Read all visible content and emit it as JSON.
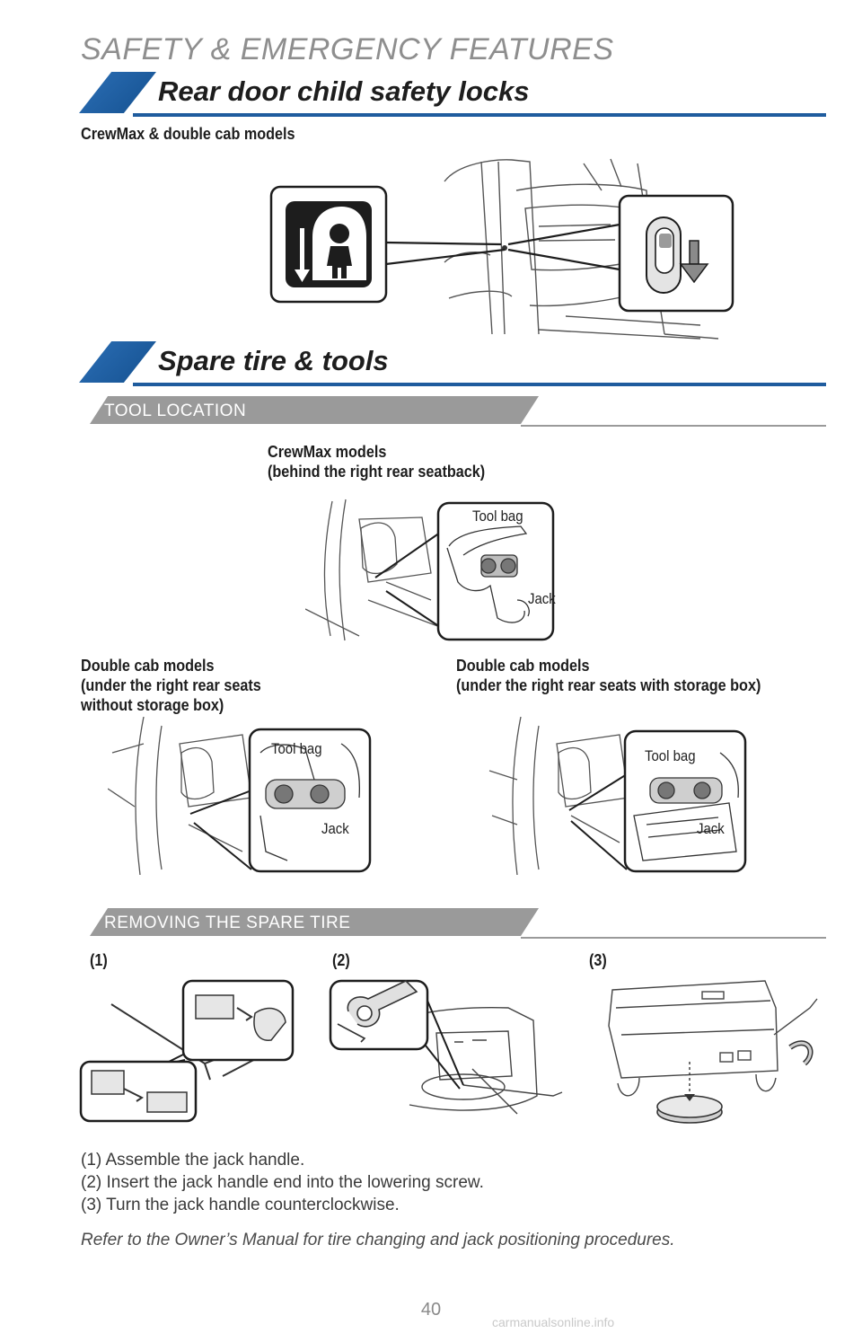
{
  "page": {
    "section_title": "SAFETY & EMERGENCY FEATURES",
    "page_number": "40",
    "watermark": "carmanualsonline.info"
  },
  "child_locks": {
    "heading": "Rear door child safety locks",
    "caption": "CrewMax & double cab models",
    "icons": [
      "child-lock-icon",
      "lock-lever-icon"
    ]
  },
  "spare_tire": {
    "heading": "Spare tire & tools",
    "tool_location": {
      "label": "TOOL LOCATION",
      "crewmax": {
        "caption_line1": "CrewMax models",
        "caption_line2": "(behind the right rear seatback)",
        "tool_bag": "Tool bag",
        "jack": "Jack"
      },
      "double_no_box": {
        "caption_line1": "Double cab models",
        "caption_line2": "(under the right rear seats",
        "caption_line3": "without storage box)",
        "tool_bag": "Tool bag",
        "jack": "Jack"
      },
      "double_box": {
        "caption_line1": "Double cab models",
        "caption_line2": "(under the right rear seats with storage box)",
        "tool_bag": "Tool bag",
        "jack": "Jack"
      }
    },
    "removing": {
      "label": "REMOVING THE SPARE TIRE",
      "step_labels": [
        "(1)",
        "(2)",
        "(3)"
      ],
      "steps": [
        "(1) Assemble the jack handle.",
        "(2) Insert the jack handle end into the lowering screw.",
        "(3) Turn the jack handle counterclockwise."
      ],
      "note": "Refer to the Owner’s Manual for tire changing and jack positioning procedures."
    }
  }
}
